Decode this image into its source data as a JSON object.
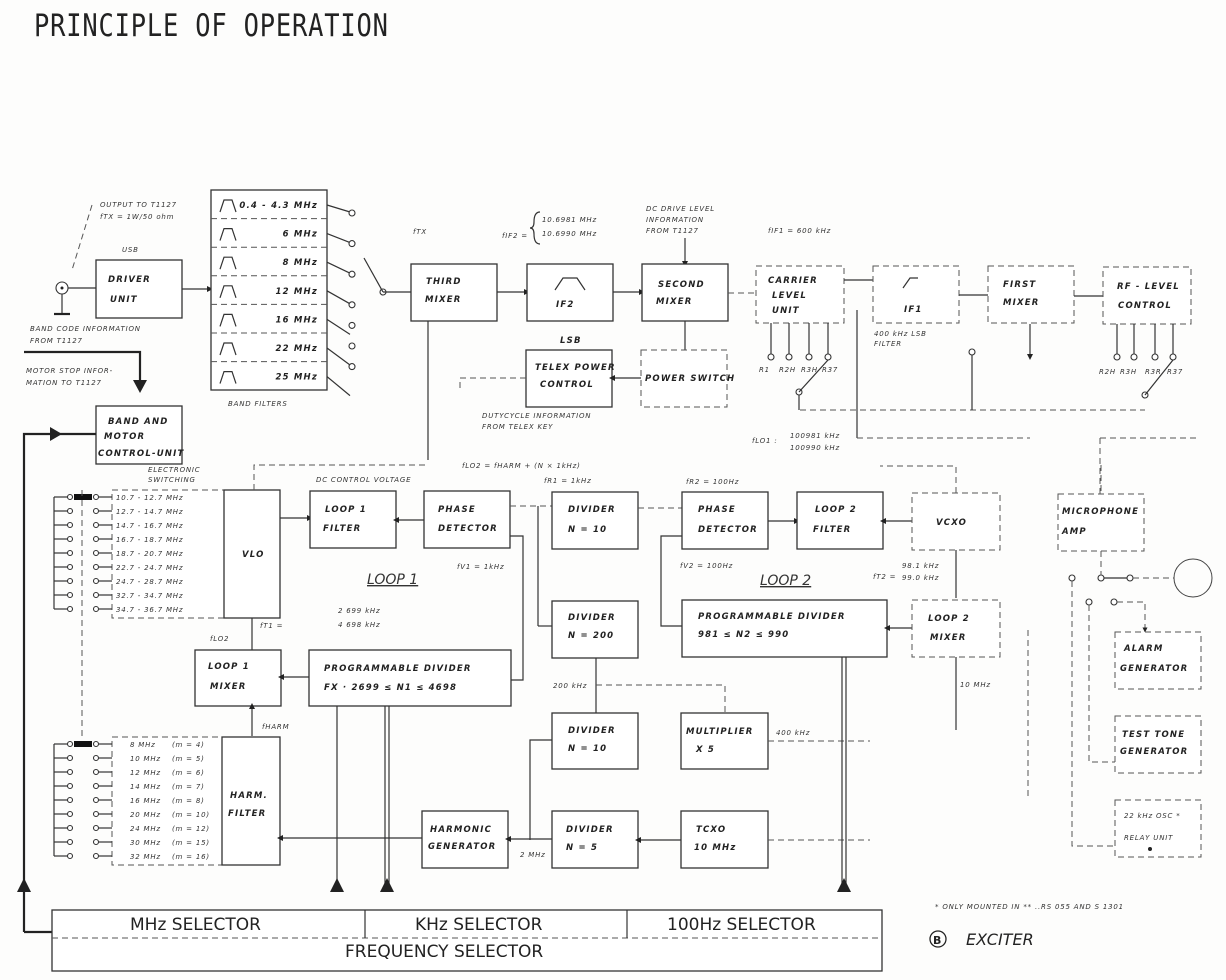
{
  "page_title": "PRINCIPLE OF OPERATION",
  "figure_label": "EXCITER",
  "figure_marker": "B",
  "footnote": "* ONLY MOUNTED IN ** ..RS 055 AND S 1301",
  "blocks": {
    "driver_unit": [
      "DRIVER",
      "UNIT"
    ],
    "band_motor": [
      "BAND AND",
      "MOTOR",
      "CONTROL-UNIT"
    ],
    "third_mixer": [
      "THIRD",
      "MIXER"
    ],
    "if2": [
      "IF2"
    ],
    "second_mixer": [
      "SECOND",
      "MIXER"
    ],
    "telex_power": [
      "TELEX POWER",
      "CONTROL"
    ],
    "power_switch": [
      "POWER SWITCH"
    ],
    "carrier_level": [
      "CARRIER",
      "LEVEL",
      "UNIT"
    ],
    "if1": [
      "IF1"
    ],
    "first_mixer": [
      "FIRST",
      "MIXER"
    ],
    "rf_level": [
      "RF - LEVEL",
      "CONTROL"
    ],
    "vlo": [
      "VLO"
    ],
    "loop1_filter": [
      "LOOP 1",
      "FILTER"
    ],
    "phase_detector1": [
      "PHASE",
      "DETECTOR"
    ],
    "divider_10a": [
      "DIVIDER",
      "N = 10"
    ],
    "phase_detector2": [
      "PHASE",
      "DETECTOR"
    ],
    "loop2_filter": [
      "LOOP 2",
      "FILTER"
    ],
    "vcxo": [
      "VCXO"
    ],
    "mic_amp": [
      "MICROPHONE",
      "AMP"
    ],
    "divider_200": [
      "DIVIDER",
      "N = 200"
    ],
    "prog_div2": [
      "PROGRAMMABLE DIVIDER",
      "981 ≤ N2 ≤ 990"
    ],
    "loop2_mixer": [
      "LOOP 2",
      "MIXER"
    ],
    "loop1_mixer": [
      "LOOP 1",
      "MIXER"
    ],
    "prog_div1": [
      "PROGRAMMABLE DIVIDER",
      "FX · 2699 ≤ N1 ≤ 4698"
    ],
    "divider_10b": [
      "DIVIDER",
      "N = 10"
    ],
    "multiplier": [
      "MULTIPLIER",
      "X 5"
    ],
    "alarm_gen": [
      "ALARM",
      "GENERATOR"
    ],
    "test_tone": [
      "TEST TONE",
      "GENERATOR"
    ],
    "osc_relay": [
      "22 kHz OSC *",
      "RELAY UNIT"
    ],
    "harm_filter": [
      "HARM.",
      "FILTER"
    ],
    "harmonic_gen": [
      "HARMONIC",
      "GENERATOR"
    ],
    "divider_5": [
      "DIVIDER",
      "N = 5"
    ],
    "tcxo": [
      "TCXO",
      "10 MHz"
    ]
  },
  "band_filters": {
    "caption": "BAND FILTERS",
    "items": [
      "0.4 - 4.3 MHz",
      "6 MHz",
      "8 MHz",
      "12 MHz",
      "16 MHz",
      "22 MHz",
      "25 MHz"
    ]
  },
  "vlo_ranges": [
    "10.7 - 12.7 MHz",
    "12.7 - 14.7 MHz",
    "14.7 - 16.7 MHz",
    "16.7 - 18.7 MHz",
    "18.7 - 20.7 MHz",
    "22.7 - 24.7 MHz",
    "24.7 - 28.7 MHz",
    "32.7 - 34.7 MHz",
    "34.7 - 36.7 MHz"
  ],
  "harm_ranges": [
    {
      "freq": "8 MHz",
      "m": "(m = 4)"
    },
    {
      "freq": "10 MHz",
      "m": "(m = 5)"
    },
    {
      "freq": "12 MHz",
      "m": "(m = 6)"
    },
    {
      "freq": "14 MHz",
      "m": "(m = 7)"
    },
    {
      "freq": "16 MHz",
      "m": "(m = 8)"
    },
    {
      "freq": "20 MHz",
      "m": "(m = 10)"
    },
    {
      "freq": "24 MHz",
      "m": "(m = 12)"
    },
    {
      "freq": "30 MHz",
      "m": "(m = 15)"
    },
    {
      "freq": "32 MHz",
      "m": "(m = 16)"
    }
  ],
  "annotations": {
    "output": [
      "OUTPUT TO T1127",
      "fTX = 1W/50 ohm"
    ],
    "usb": "USB",
    "band_code": [
      "BAND CODE INFORMATION",
      "FROM T1127"
    ],
    "motor_stop": [
      "MOTOR STOP INFOR-",
      "MATION TO T1127"
    ],
    "ftx": "fTX",
    "fif2": "fIF2 =",
    "fif2_values": [
      "10.6981 MHz",
      "10.6990 MHz"
    ],
    "dc_drive": [
      "DC DRIVE LEVEL",
      "INFORMATION",
      "FROM T1127"
    ],
    "fif1": "fIF1 = 600 kHz",
    "lsb": "LSB",
    "if1_filter": [
      "400 kHz  LSB",
      "FILTER"
    ],
    "dutycycle": [
      "DUTYCYCLE INFORMATION",
      "FROM TELEX KEY"
    ],
    "flo1": "fLO1 :",
    "flo1_values": [
      "100981 kHz",
      "100990 kHz"
    ],
    "electronic_switching": [
      "ELECTRONIC",
      "SWITCHING"
    ],
    "dc_control": "DC CONTROL VOLTAGE",
    "flo2": "fLO2 = fHARM + (N × 1kHz)",
    "fr1": "fR1 = 1kHz",
    "fr2": "fR2 = 100Hz",
    "fv1": "fV1 = 1kHz",
    "fv2": "fV2 = 100Hz",
    "loop1": "LOOP 1",
    "loop2": "LOOP 2",
    "ft1": "fT1 =",
    "ft1_values": [
      "2 699 kHz",
      "4 698 kHz"
    ],
    "ft2": "fT2 =",
    "ft2_values": [
      "98.1 kHz",
      "99.0 kHz"
    ],
    "flo2_short": "fLO2",
    "fharm": "fHARM",
    "khz200": "200 kHz",
    "khz400": "400 kHz",
    "mhz2": "2 MHz",
    "mhz10": "10 MHz",
    "r_labels": [
      "R1",
      "R2H",
      "R3H",
      "R3R",
      "R3R",
      "R37",
      "R2H",
      "R3H",
      "R37"
    ]
  },
  "selector": {
    "mhz": "MHz SELECTOR",
    "khz": "KHz SELECTOR",
    "hz100": "100Hz SELECTOR",
    "frequency": "FREQUENCY SELECTOR"
  }
}
